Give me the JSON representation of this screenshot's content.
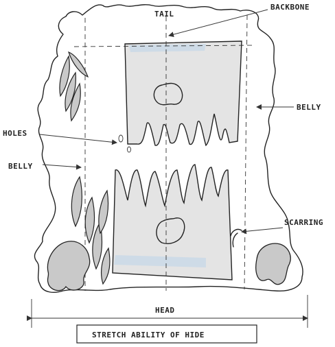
{
  "labels": {
    "tail": "TAIL",
    "backbone": "BACKBONE",
    "belly_right": "BELLY",
    "holes": "HOLES",
    "belly_left": "BELLY",
    "scarring": "SCARRING",
    "head": "HEAD",
    "caption": "STRETCH ABILITY OF HIDE"
  },
  "colors": {
    "ink": "#222222",
    "panel_fill": "#e4e4e4",
    "stretch_mark_fill": "#c9c9c9",
    "blue_tint": "#bfd6ea"
  }
}
